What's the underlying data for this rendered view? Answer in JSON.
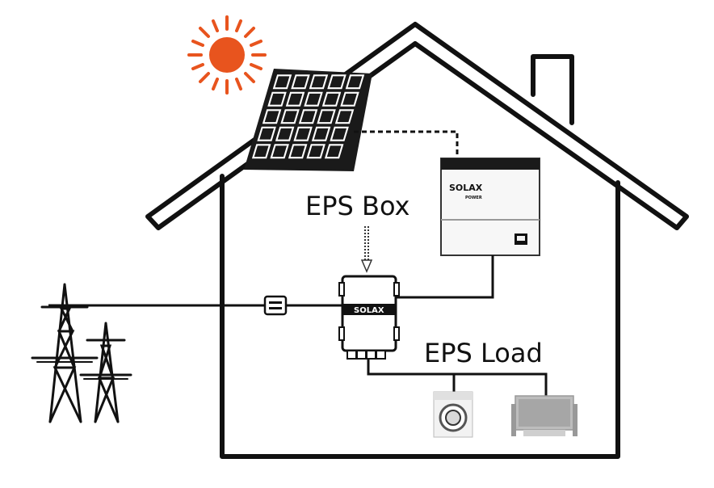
{
  "labels": {
    "eps_box": "EPS Box",
    "eps_load": "EPS Load"
  },
  "devices": {
    "inverter_brand": "SOLAX",
    "inverter_sub": "POWER",
    "eps_box_brand": "SOLAX"
  },
  "colors": {
    "sun": "#e8541e",
    "outline": "#111111",
    "panel": "#1a1a1a",
    "inverter_stripe": "#3bb54a",
    "background": "#ffffff"
  },
  "icons": {
    "sun": "sun-icon",
    "solar_panel": "solar-panel-icon",
    "pylon": "power-pylon-icon",
    "meter": "meter-icon",
    "washer": "washing-machine-icon",
    "tv": "television-icon"
  }
}
